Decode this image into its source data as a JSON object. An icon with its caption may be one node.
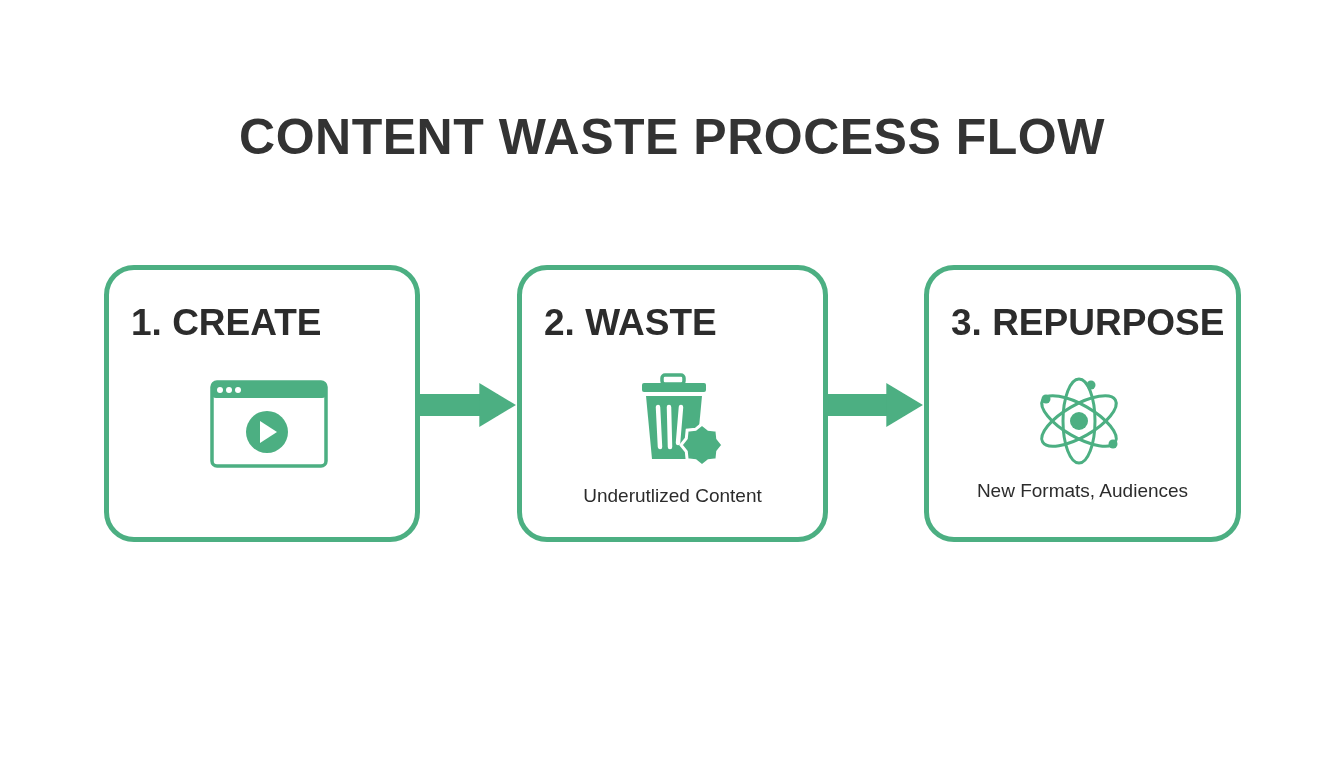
{
  "diagram": {
    "title": "CONTENT WASTE PROCESS FLOW",
    "nodes": [
      {
        "text": [
          "1. CREATE"
        ]
      },
      {
        "text": [
          "2. WASTE",
          "Underutlized Content"
        ]
      },
      {
        "text": [
          "3. REPURPOSE",
          "New Formats, Audiences"
        ]
      }
    ],
    "edges": [
      {
        "from": 0,
        "to": 1,
        "arrow": "to"
      },
      {
        "from": 1,
        "to": 2,
        "arrow": "to"
      }
    ]
  }
}
